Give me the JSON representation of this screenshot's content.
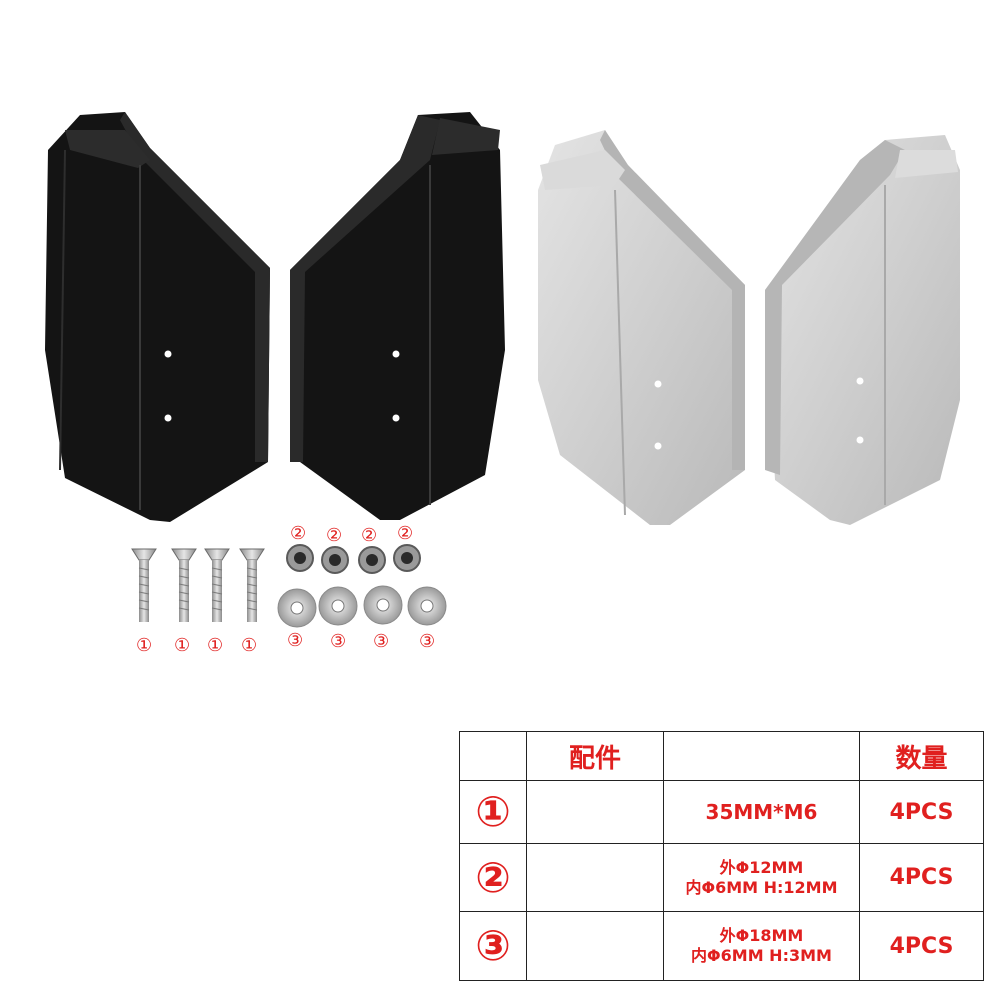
{
  "product": {
    "black_pair": "black-handguard-pair",
    "silver_pair": "silver-handguard-pair"
  },
  "labels": {
    "screw_marker": "①",
    "spacer_marker": "②",
    "washer_marker": "③"
  },
  "table": {
    "headers": [
      "",
      "配件",
      "",
      "数量"
    ],
    "rows": [
      {
        "marker": "①",
        "part": "",
        "spec_line1": "35MM*M6",
        "spec_line2": "",
        "qty": "4PCS"
      },
      {
        "marker": "②",
        "part": "",
        "spec_line1": "外Φ12MM",
        "spec_line2": "内Φ6MM H:12MM",
        "qty": "4PCS"
      },
      {
        "marker": "③",
        "part": "",
        "spec_line1": "外Φ18MM",
        "spec_line2": "内Φ6MM H:3MM",
        "qty": "4PCS"
      }
    ]
  },
  "colors": {
    "accent_red": "#e0201f",
    "black_guard": "#151515",
    "silver_guard": "#c8c8c8"
  }
}
